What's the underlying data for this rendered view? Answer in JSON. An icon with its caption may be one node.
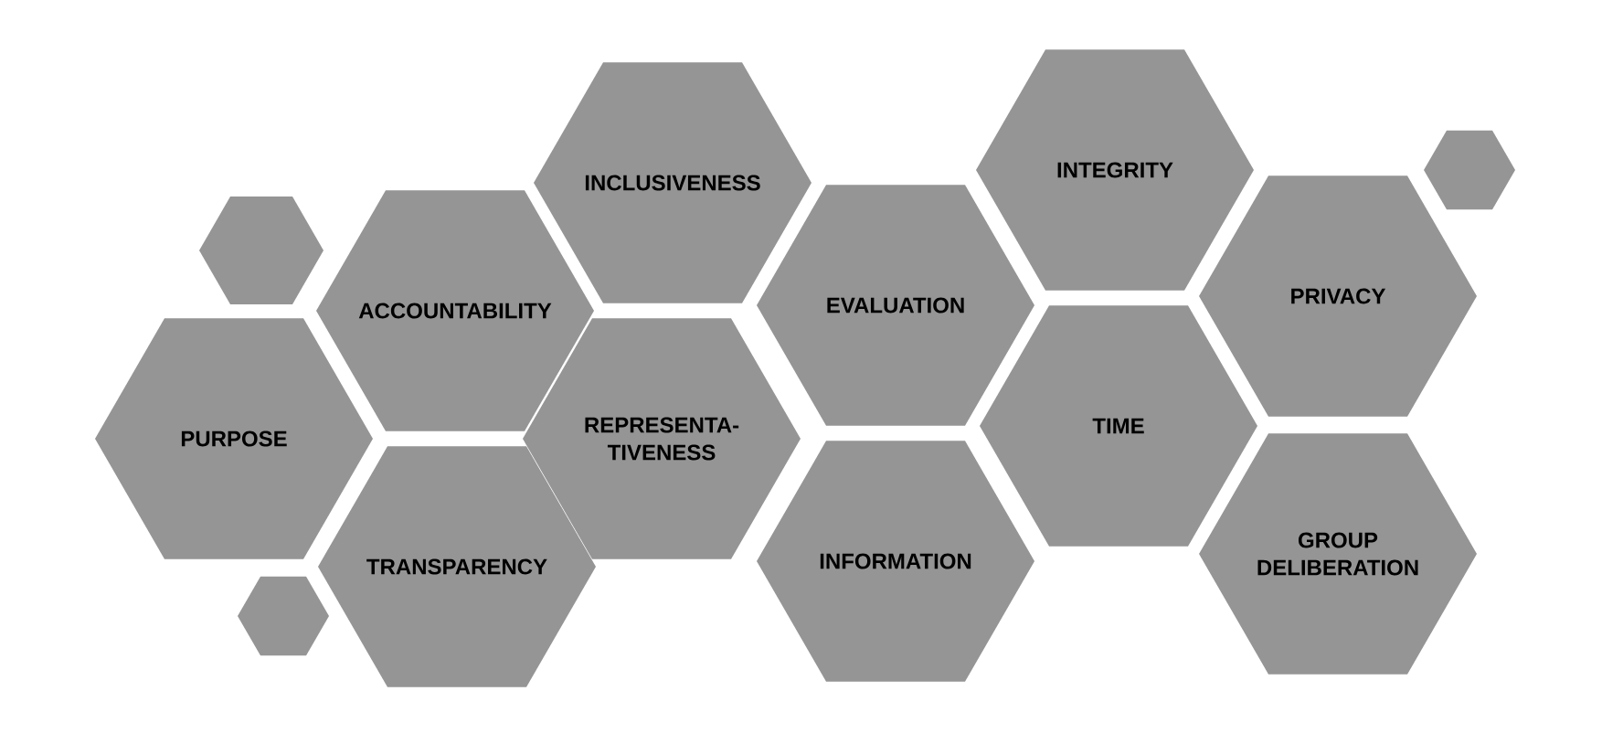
{
  "diagram": {
    "nodes": [
      {
        "text": [],
        "shape": "hexagon"
      },
      {
        "text": [
          "ACCOUNTABILITY"
        ]
      },
      {
        "text": [
          "PURPOSE"
        ]
      },
      {
        "text": [
          "TRANSPARENCY"
        ]
      },
      {
        "text": [],
        "shape": "hexagon"
      },
      {
        "text": [
          "INCLUSIVENESS"
        ]
      },
      {
        "text": [
          "REPRESENTA-TIVENESS"
        ]
      },
      {
        "text": [
          "EVALUATION"
        ]
      },
      {
        "text": [
          "INFORMATION"
        ]
      },
      {
        "text": [
          "INTEGRITY"
        ]
      },
      {
        "text": [
          "TIME"
        ]
      },
      {
        "text": [],
        "shape": "hexagon"
      },
      {
        "text": [
          "PRIVACY"
        ]
      },
      {
        "text": [
          "GROUP DELIBERATION"
        ]
      }
    ]
  }
}
